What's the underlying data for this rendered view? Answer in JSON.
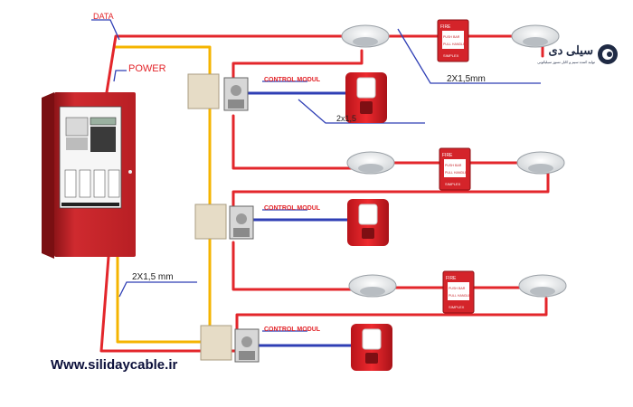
{
  "labels": {
    "data": "DATA",
    "power": "POWER",
    "cable_top": "2X1,5mm",
    "cable_mid": "2x1,5",
    "cable_left": "2X1,5 mm",
    "control_module_1": "CONTROL MODUL",
    "control_module_2": "CONTROL MODUL",
    "control_module_3": "CONTROL MODUL"
  },
  "call_point": {
    "fire": "FIRE",
    "push": "PUSH BAR",
    "pull": "PULL HANDLE",
    "brand": "SIMPLEX"
  },
  "logo": {
    "name": "سیلی دی",
    "tagline": "تولید کننده سیم و کابل نسوز سیلیکونی"
  },
  "website": "Www.silidaycable.ir",
  "colors": {
    "red_wire": "#e3262b",
    "yellow_wire": "#f5b400",
    "blue_wire": "#2f3fb5",
    "panel": "#c8262b"
  }
}
